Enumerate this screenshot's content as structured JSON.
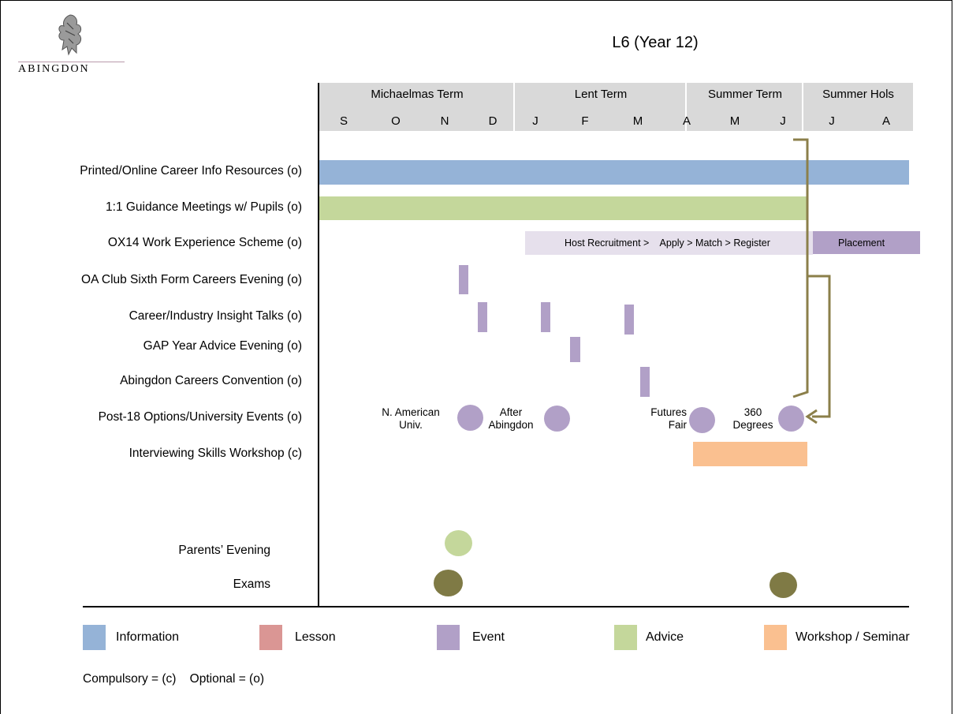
{
  "logo": {
    "name": "ABINGDON"
  },
  "title": "L6 (Year 12)",
  "terms": [
    "Michaelmas Term",
    "Lent Term",
    "Summer Term",
    "Summer Hols"
  ],
  "months": [
    "S",
    "O",
    "N",
    "D",
    "J",
    "F",
    "M",
    "A",
    "M",
    "J",
    "J",
    "A"
  ],
  "rows": [
    "Printed/Online Career Info Resources (o)",
    "1:1 Guidance Meetings w/ Pupils (o)",
    "OX14 Work Experience Scheme (o)",
    "OA Club Sixth Form Careers Evening (o)",
    "Career/Industry Insight Talks (o)",
    "GAP Year Advice Evening (o)",
    "Abingdon Careers Convention (o)",
    "Post-18 Options/University Events (o)",
    "Interviewing Skills Workshop (c)"
  ],
  "bottom_rows": [
    "Parents’ Evening",
    "Exams"
  ],
  "work_experience": {
    "stages": "Host Recruitment >    Apply > Match > Register",
    "placement": "Placement"
  },
  "events": {
    "north_american": "N. American\nUniv.",
    "after_abingdon": "After\nAbingdon",
    "futures_fair": "Futures\nFair",
    "degrees_360": "360\nDegrees"
  },
  "legend": [
    {
      "label": "Information",
      "color": "#95b3d7"
    },
    {
      "label": "Lesson",
      "color": "#da9694"
    },
    {
      "label": "Event",
      "color": "#b1a0c7"
    },
    {
      "label": "Advice",
      "color": "#c4d79b"
    },
    {
      "label": "Workshop / Seminar",
      "color": "#fac090"
    }
  ],
  "key_note": "Compulsory = (c)    Optional = (o)",
  "colors": {
    "info": "#95b3d7",
    "advice": "#c4d79b",
    "event": "#b1a0c7",
    "event_light": "#e6e0ec",
    "workshop": "#fac090",
    "exam": "#7f7a45",
    "bracket": "#8b7f4a",
    "header": "#d9d9d9"
  }
}
